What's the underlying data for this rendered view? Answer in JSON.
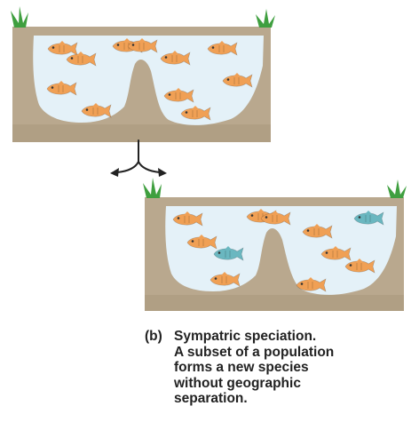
{
  "caption": {
    "label": "(b)",
    "lines": [
      "Sympatric speciation.",
      "A subset of a population",
      "forms a new species",
      "without geographic",
      "separation."
    ]
  },
  "colors": {
    "soil": "#b9a88e",
    "soil_dark": "#a08e74",
    "water": "#e4f1f8",
    "grass": "#3f9f3f",
    "fish_orange": "#f0a055",
    "fish_teal": "#6ab7c0",
    "arrow": "#222222"
  },
  "fish_counts": {
    "top_pond": {
      "orange": 11,
      "teal": 0
    },
    "bottom_pond": {
      "orange": 9,
      "teal": 2
    }
  }
}
